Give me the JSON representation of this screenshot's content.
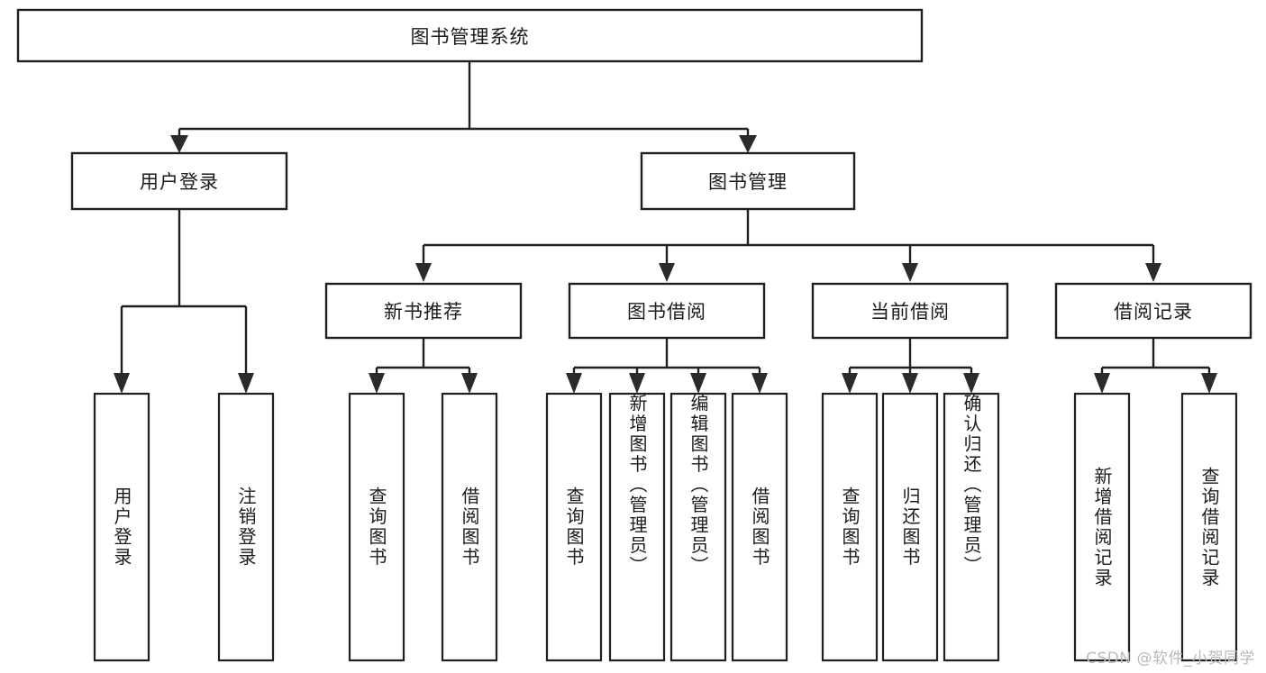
{
  "diagram": {
    "type": "tree-hierarchy-flowchart",
    "title": "图书管理系统",
    "watermark": "CSDN @软件_小贺同学",
    "levels": [
      {
        "level": 1,
        "nodes": [
          {
            "id": "root",
            "label": "图书管理系统",
            "orientation": "horizontal"
          }
        ]
      },
      {
        "level": 2,
        "nodes": [
          {
            "id": "login",
            "label": "用户登录",
            "orientation": "horizontal",
            "parent": "root"
          },
          {
            "id": "bookmgr",
            "label": "图书管理",
            "orientation": "horizontal",
            "parent": "root"
          }
        ]
      },
      {
        "level": 3,
        "nodes": [
          {
            "id": "newbook",
            "label": "新书推荐",
            "orientation": "horizontal",
            "parent": "bookmgr"
          },
          {
            "id": "borrow",
            "label": "图书借阅",
            "orientation": "horizontal",
            "parent": "bookmgr"
          },
          {
            "id": "current",
            "label": "当前借阅",
            "orientation": "horizontal",
            "parent": "bookmgr"
          },
          {
            "id": "record",
            "label": "借阅记录",
            "orientation": "horizontal",
            "parent": "bookmgr"
          }
        ]
      },
      {
        "level": 4,
        "nodes": [
          {
            "id": "leaf1",
            "label": "用户登录",
            "orientation": "vertical",
            "parent": "login"
          },
          {
            "id": "leaf2",
            "label": "注销登录",
            "orientation": "vertical",
            "parent": "login"
          },
          {
            "id": "leaf3",
            "label": "查询图书",
            "orientation": "vertical",
            "parent": "newbook"
          },
          {
            "id": "leaf4",
            "label": "借阅图书",
            "orientation": "vertical",
            "parent": "newbook"
          },
          {
            "id": "leaf5",
            "label": "查询图书",
            "orientation": "vertical",
            "parent": "borrow"
          },
          {
            "id": "leaf6",
            "label": "新增图书（管理员）",
            "orientation": "vertical",
            "parent": "borrow"
          },
          {
            "id": "leaf7",
            "label": "编辑图书（管理员）",
            "orientation": "vertical",
            "parent": "borrow"
          },
          {
            "id": "leaf8",
            "label": "借阅图书",
            "orientation": "vertical",
            "parent": "borrow"
          },
          {
            "id": "leaf9",
            "label": "查询图书",
            "orientation": "vertical",
            "parent": "current"
          },
          {
            "id": "leaf10",
            "label": "归还图书",
            "orientation": "vertical",
            "parent": "current"
          },
          {
            "id": "leaf11",
            "label": "确认归还（管理员）",
            "orientation": "vertical",
            "parent": "current"
          },
          {
            "id": "leaf12",
            "label": "新增借阅记录",
            "orientation": "vertical",
            "parent": "record"
          },
          {
            "id": "leaf13",
            "label": "查询借阅记录",
            "orientation": "vertical",
            "parent": "record"
          }
        ]
      }
    ],
    "colors": {
      "box_stroke": "#1f1f1f",
      "box_fill": "#ffffff",
      "connector": "#1f1f1f",
      "text": "#1b1b1b",
      "watermark": "#b9b9b9",
      "background": "#ffffff"
    }
  }
}
